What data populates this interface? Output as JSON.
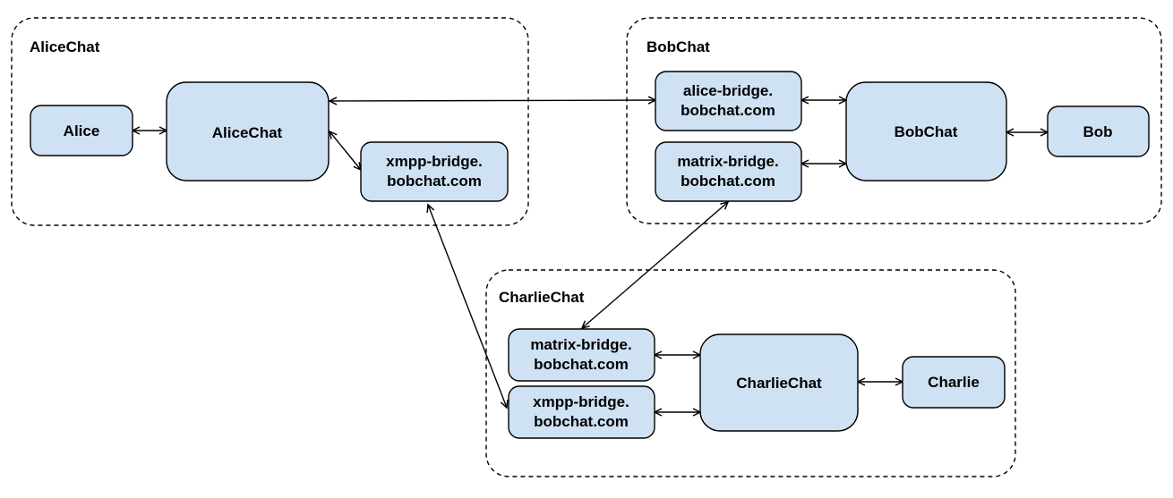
{
  "diagram": {
    "groups": [
      {
        "id": "alicechat-group",
        "label": "AliceChat"
      },
      {
        "id": "bobchat-group",
        "label": "BobChat"
      },
      {
        "id": "charliechat-group",
        "label": "CharlieChat"
      }
    ],
    "nodes": [
      {
        "id": "alice",
        "group": "alicechat-group",
        "label": "Alice"
      },
      {
        "id": "alicechat-server",
        "group": "alicechat-group",
        "label": "AliceChat"
      },
      {
        "id": "xmpp-bridge-alicechat",
        "group": "alicechat-group",
        "lines": [
          "xmpp-bridge.",
          "bobchat.com"
        ]
      },
      {
        "id": "alice-bridge-bobchat",
        "group": "bobchat-group",
        "lines": [
          "alice-bridge.",
          "bobchat.com"
        ]
      },
      {
        "id": "matrix-bridge-bobchat",
        "group": "bobchat-group",
        "lines": [
          "matrix-bridge.",
          "bobchat.com"
        ]
      },
      {
        "id": "bobchat-server",
        "group": "bobchat-group",
        "label": "BobChat"
      },
      {
        "id": "bob",
        "group": "bobchat-group",
        "label": "Bob"
      },
      {
        "id": "matrix-bridge-charliechat",
        "group": "charliechat-group",
        "lines": [
          "matrix-bridge.",
          "bobchat.com"
        ]
      },
      {
        "id": "xmpp-bridge-charliechat",
        "group": "charliechat-group",
        "lines": [
          "xmpp-bridge.",
          "bobchat.com"
        ]
      },
      {
        "id": "charliechat-server",
        "group": "charliechat-group",
        "label": "CharlieChat"
      },
      {
        "id": "charlie",
        "group": "charliechat-group",
        "label": "Charlie"
      }
    ],
    "edges": [
      {
        "from": "alice",
        "to": "alicechat-server",
        "direction": "both"
      },
      {
        "from": "alicechat-server",
        "to": "xmpp-bridge-alicechat",
        "direction": "both"
      },
      {
        "from": "alicechat-server",
        "to": "alice-bridge-bobchat",
        "direction": "both"
      },
      {
        "from": "alice-bridge-bobchat",
        "to": "bobchat-server",
        "direction": "both"
      },
      {
        "from": "matrix-bridge-bobchat",
        "to": "bobchat-server",
        "direction": "both"
      },
      {
        "from": "bobchat-server",
        "to": "bob",
        "direction": "both"
      },
      {
        "from": "matrix-bridge-bobchat",
        "to": "matrix-bridge-charliechat",
        "direction": "both"
      },
      {
        "from": "xmpp-bridge-alicechat",
        "to": "xmpp-bridge-charliechat",
        "direction": "both"
      },
      {
        "from": "matrix-bridge-charliechat",
        "to": "charliechat-server",
        "direction": "both"
      },
      {
        "from": "xmpp-bridge-charliechat",
        "to": "charliechat-server",
        "direction": "both"
      },
      {
        "from": "charliechat-server",
        "to": "charlie",
        "direction": "both"
      }
    ]
  },
  "colors": {
    "node_fill": "#cfe2f3",
    "node_border": "#000000",
    "group_border": "#000000",
    "text": "#000000",
    "background": "#ffffff"
  }
}
